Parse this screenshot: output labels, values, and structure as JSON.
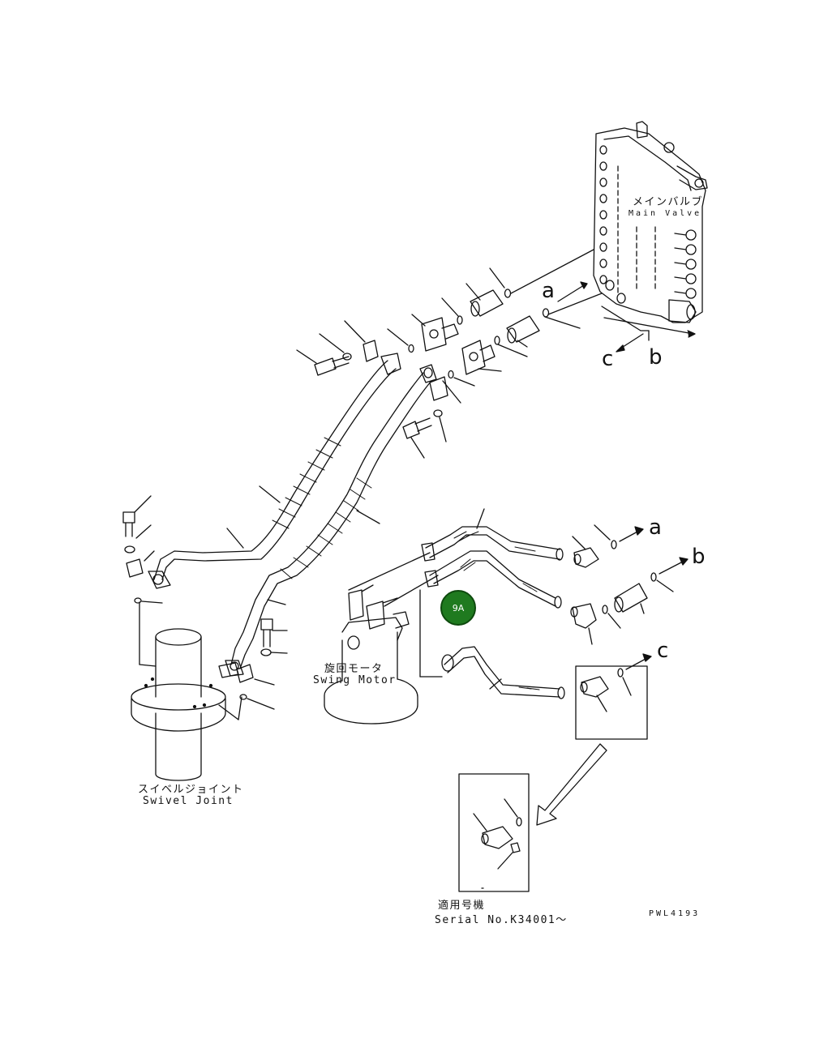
{
  "labels": {
    "main_valve_jp": "メインバルブ",
    "main_valve_en": "Main Valve",
    "swing_motor_jp": "旋回モータ",
    "swing_motor_en": "Swing Motor",
    "swivel_joint_jp": "スイベルジョイント",
    "swivel_joint_en": "Swivel Joint",
    "serial_jp": "適用号機",
    "serial_en": "Serial No.K34001～",
    "drawing_code": "PWL4193"
  },
  "connection_letters": {
    "a_top": "a",
    "b_top": "b",
    "c_top": "c",
    "a_right": "a",
    "b_right": "b",
    "c_right": "c"
  },
  "callout": {
    "badge": "9A",
    "color": "#1f7a1f"
  }
}
